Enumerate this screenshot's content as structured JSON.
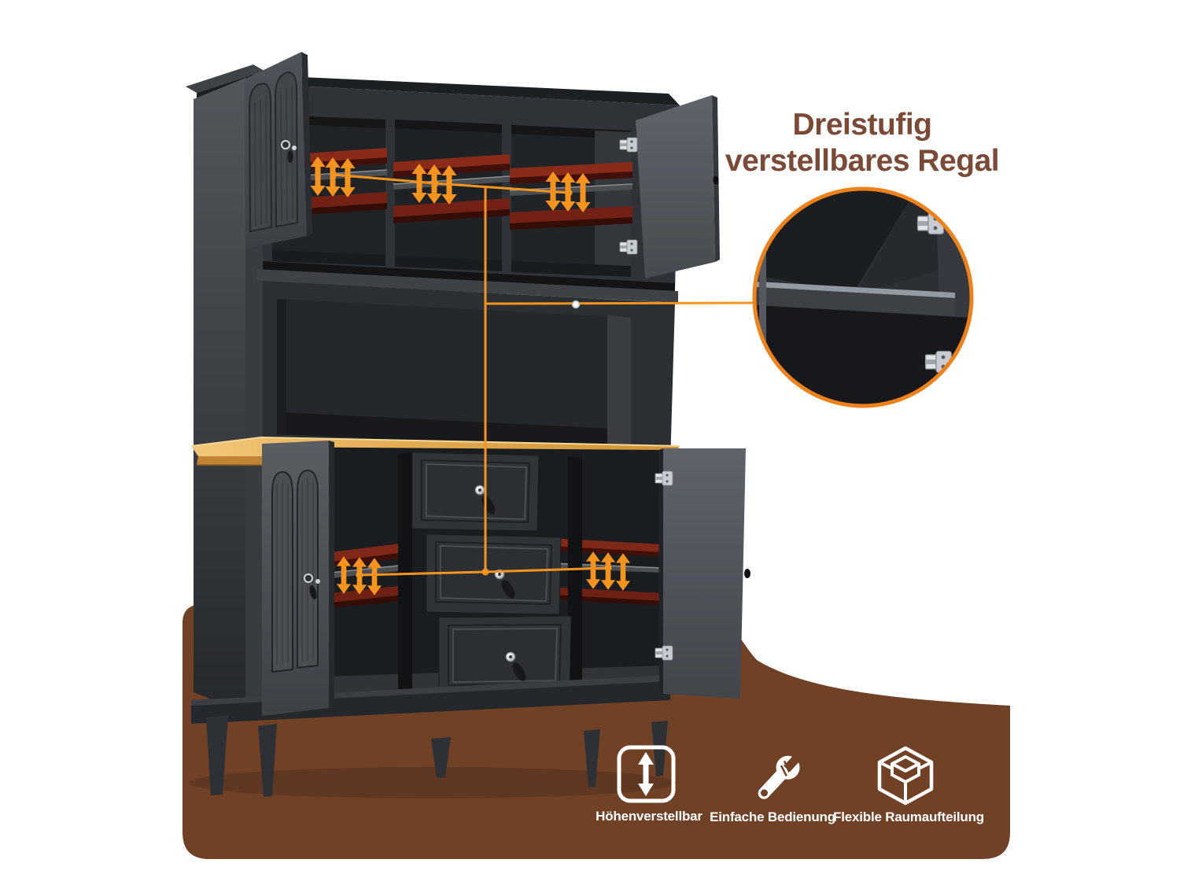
{
  "headline": {
    "line1": "Dreistufig",
    "line2": "verstellbares Regal",
    "color": "#7A4A36"
  },
  "features": [
    {
      "icon": "height-adjustable-icon",
      "label": "Höhenverstellbar"
    },
    {
      "icon": "wrench-icon",
      "label": "Einfache Bedienung"
    },
    {
      "icon": "cube-icon",
      "label": "Flexible Raumaufteilung"
    }
  ],
  "callout": {
    "shape": "circle",
    "border_color": "#EF8119",
    "shows": "magnified shelf corner with hinges"
  },
  "annotations": {
    "arrow_clusters": 5,
    "arrows_per_cluster": 3,
    "adjustable_levels": 3
  },
  "colors": {
    "accent_orange": "#F7941D",
    "backdrop_brown": "#714126",
    "cabinet_gray": "#33373B",
    "shelf_red": "#7D2718",
    "wood_counter": "#E3AC55",
    "icon_white": "#FFFFFF"
  }
}
